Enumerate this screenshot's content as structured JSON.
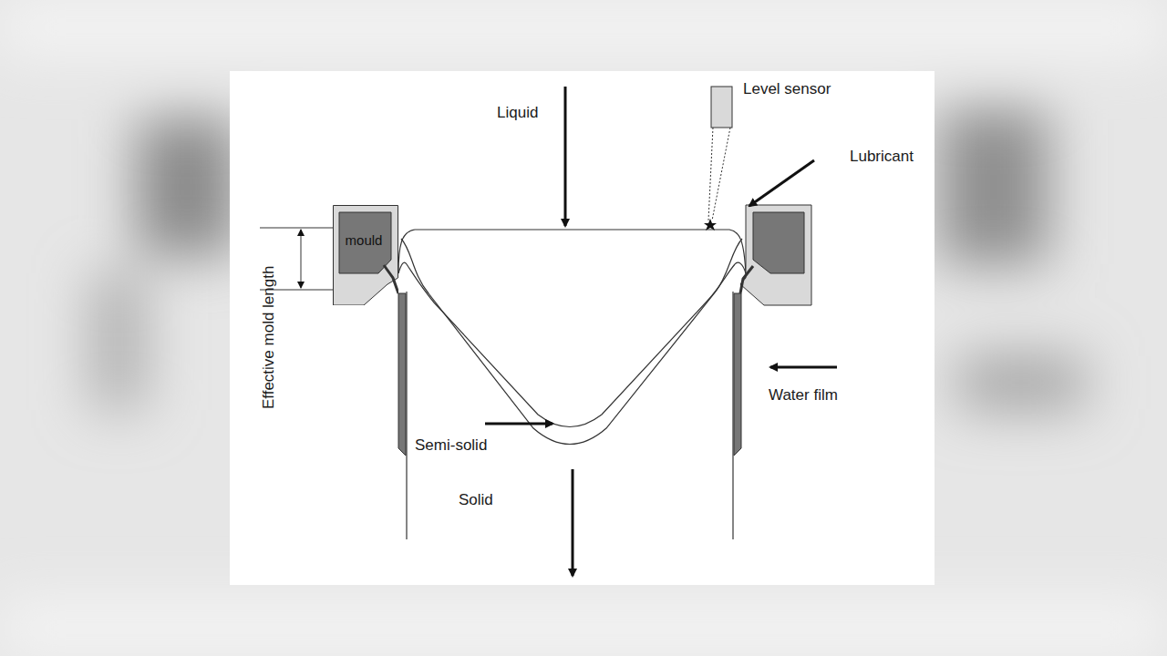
{
  "diagram": {
    "nodes": [
      {
        "text": [
          "mould"
        ]
      }
    ],
    "labels": [
      "Liquid",
      "Level sensor",
      "Lubricant",
      "Effective mold length",
      "Water film",
      "Semi-solid",
      "Solid"
    ]
  }
}
